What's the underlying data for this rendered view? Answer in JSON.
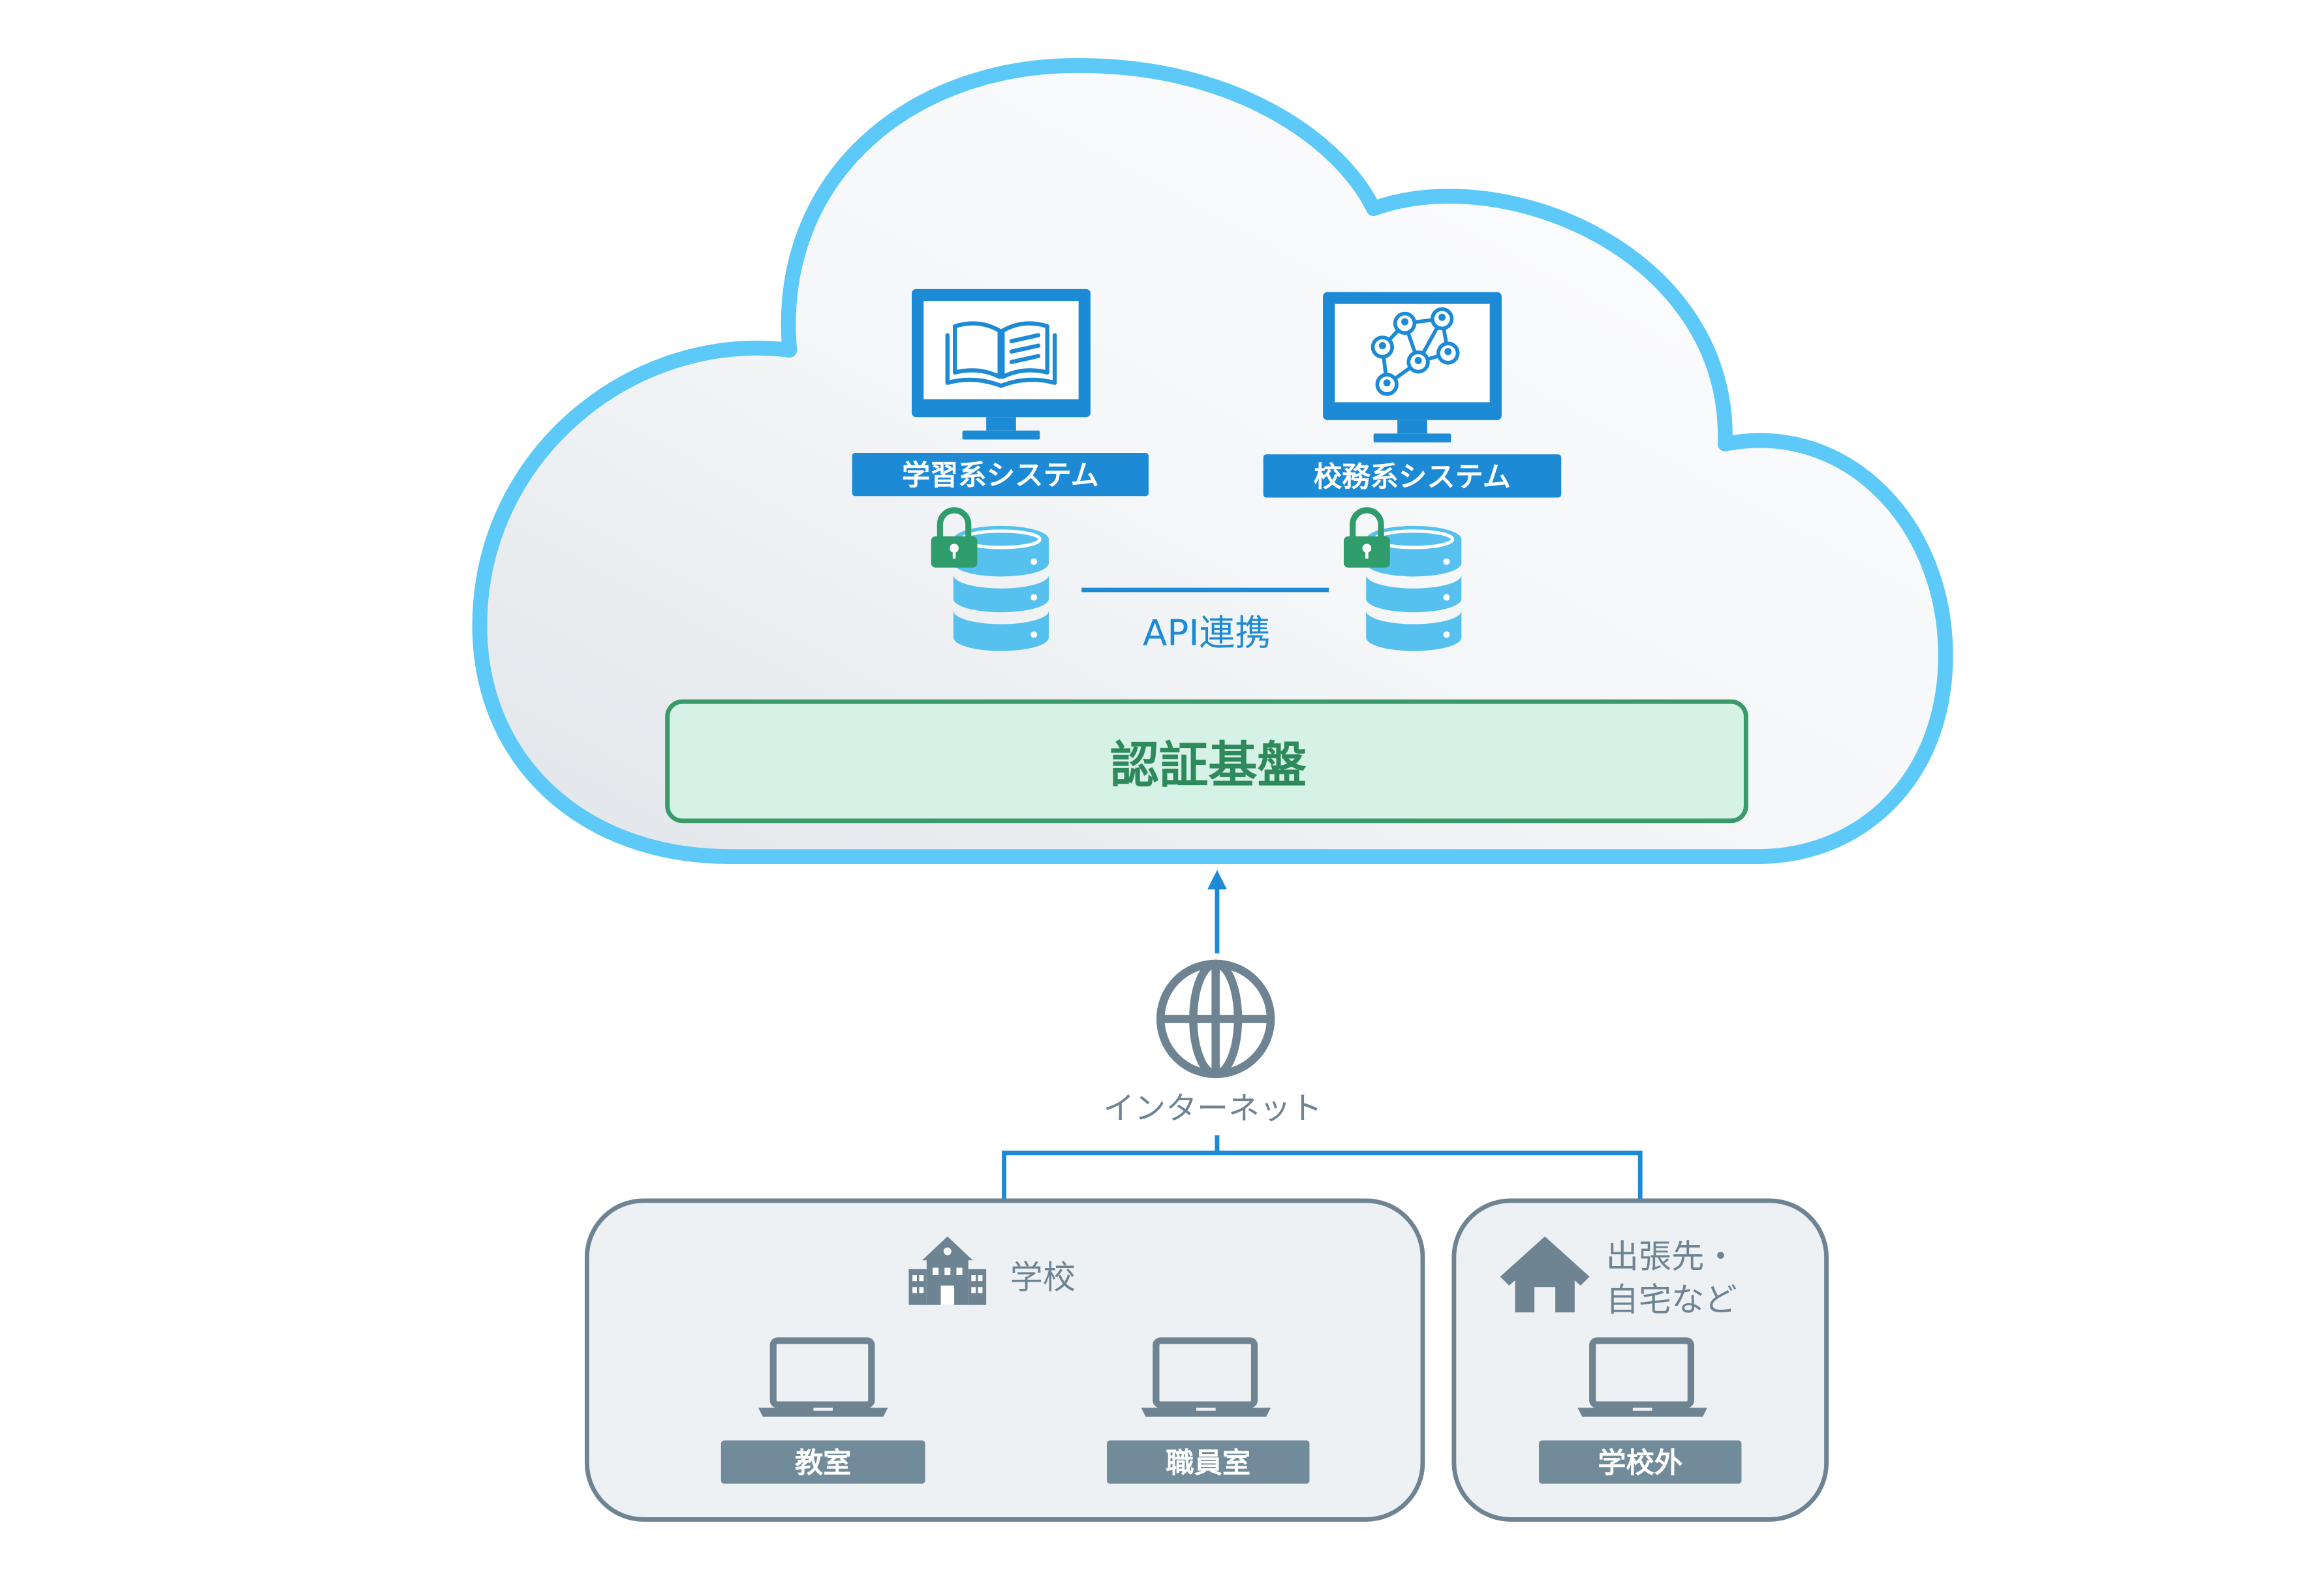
{
  "cloud": {
    "learning_system": {
      "label": "学習系システム",
      "icon": "book-icon"
    },
    "admin_system": {
      "label": "校務系システム",
      "icon": "network-icon"
    },
    "database_icon": "database-icon",
    "lock_icon": "lock-icon",
    "api_link_label": "API連携",
    "auth_platform_label": "認証基盤"
  },
  "internet": {
    "label": "インターネット",
    "icon": "globe-icon"
  },
  "school": {
    "title": "学校",
    "icon": "school-building-icon",
    "devices": [
      {
        "label": "教室",
        "icon": "laptop-icon"
      },
      {
        "label": "職員室",
        "icon": "laptop-icon"
      }
    ]
  },
  "outside": {
    "title_lines": [
      "出張先・",
      "自宅など"
    ],
    "icon": "house-icon",
    "devices": [
      {
        "label": "学校外",
        "icon": "laptop-icon"
      }
    ]
  },
  "colors": {
    "primary_blue": "#1d8ad6",
    "cloud_outline": "#5cc9f8",
    "database": "#56c1ef",
    "lock_green": "#2f9c6b",
    "auth_text": "#2e8a5c",
    "auth_fill": "#d6f1e5",
    "auth_border": "#3a9a6a",
    "neutral_gray": "#6e8493",
    "label_gray": "#728b9a",
    "panel_fill": "#eef1f4"
  }
}
